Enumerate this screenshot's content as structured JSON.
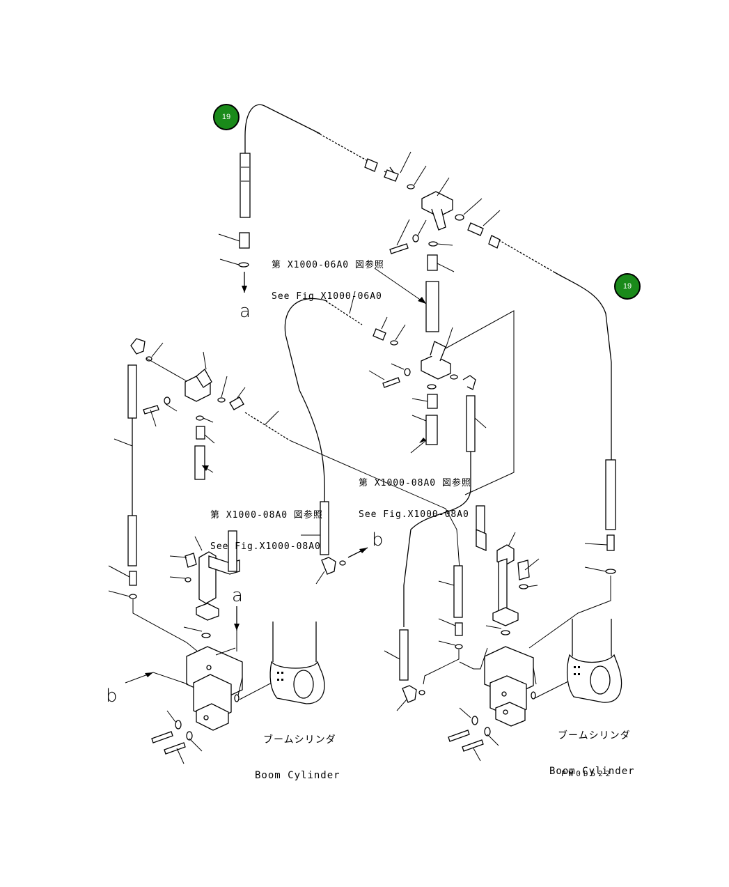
{
  "callouts": [
    {
      "id": "callout-19-left",
      "label": "19"
    },
    {
      "id": "callout-19-right",
      "label": "19"
    }
  ],
  "references": {
    "ref_06A0": {
      "jp": "第 X1000-06A0 図参照",
      "en": "See Fig X1000-06A0"
    },
    "ref_08A0_center": {
      "jp": "第 X1000-08A0 図参照",
      "en": "See Fig.X1000-08A0"
    },
    "ref_08A0_left": {
      "jp": "第 X1000-08A0 図参照",
      "en": "See Fig.X1000-08A0"
    }
  },
  "connection_letters": {
    "a_top": "a",
    "a_mid": "a",
    "b_mid": "b",
    "b_left": "b"
  },
  "components": {
    "boom_cylinder_left": {
      "jp": "ブームシリンダ",
      "en": "Boom Cylinder"
    },
    "boom_cylinder_right": {
      "jp": "ブームシリンダ",
      "en": "Boom Cylinder"
    }
  },
  "drawing_code": "PW0D522",
  "colors": {
    "badge": "#1a8a1a",
    "line": "#000000",
    "background": "#ffffff"
  }
}
